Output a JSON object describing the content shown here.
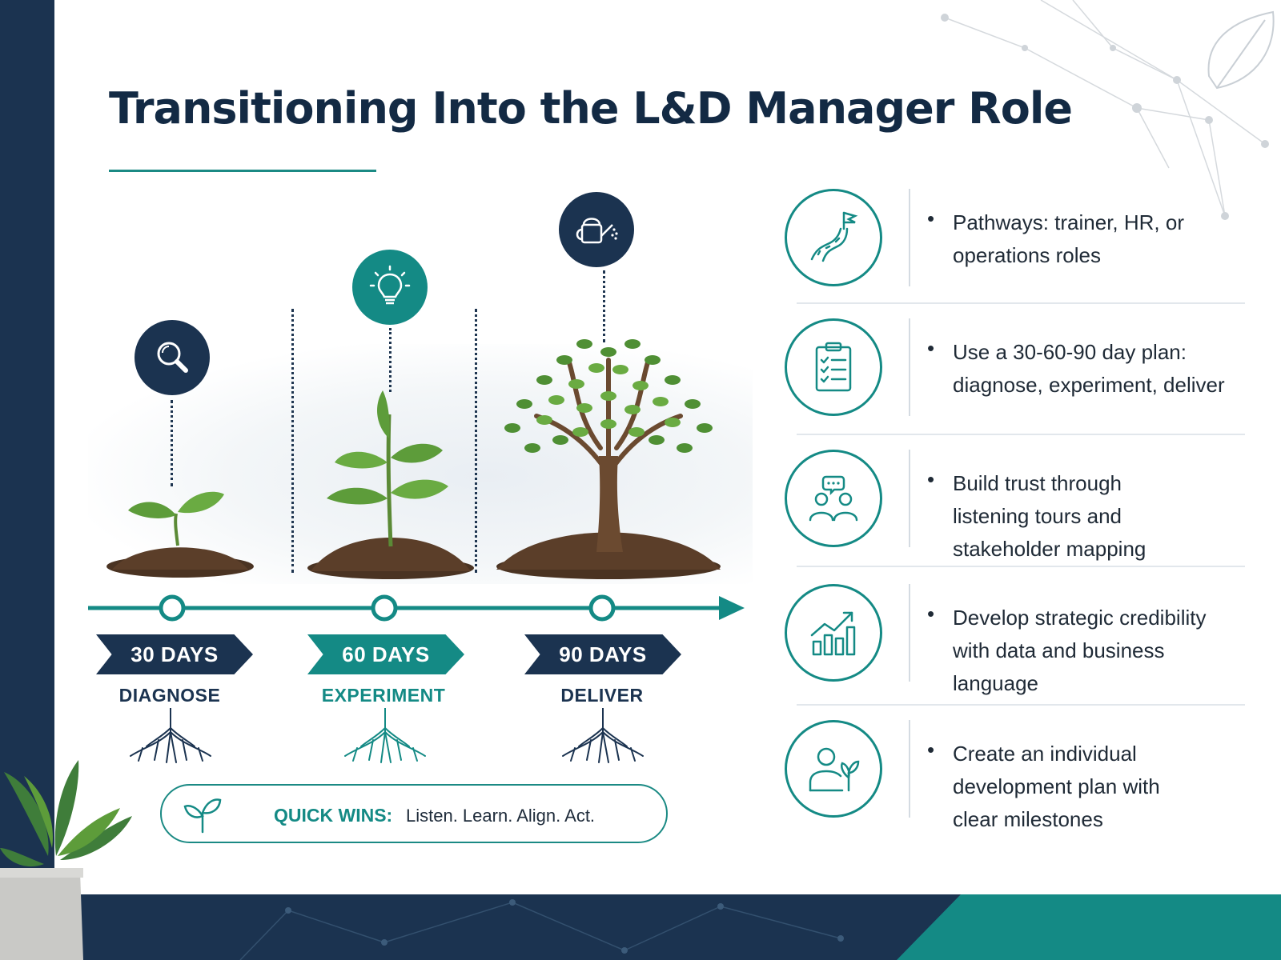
{
  "title": "Transitioning Into the L&D Manager Role",
  "stages": [
    {
      "days": "30 DAYS",
      "label": "DIAGNOSE",
      "icon": "magnifier-icon",
      "color": "#1b3350"
    },
    {
      "days": "60 DAYS",
      "label": "EXPERIMENT",
      "icon": "lightbulb-icon",
      "color": "#148a85"
    },
    {
      "days": "90 DAYS",
      "label": "DELIVER",
      "icon": "watering-can-icon",
      "color": "#1b3350"
    }
  ],
  "quick_wins": {
    "label": "QUICK WINS:",
    "text": "Listen. Learn. Align. Act.",
    "icon": "sprout-icon"
  },
  "points": [
    {
      "icon": "path-flag-icon",
      "bullet": "•",
      "text": "Pathways: trainer, HR, or operations roles"
    },
    {
      "icon": "clipboard-checklist-icon",
      "bullet": "•",
      "text": "Use a 30-60-90 day plan: diagnose, experiment, deliver"
    },
    {
      "icon": "people-conversation-icon",
      "bullet": "•",
      "text": "Build trust through listening tours and stakeholder mapping"
    },
    {
      "icon": "growth-chart-icon",
      "bullet": "•",
      "text": "Develop strategic credibility with data and business language"
    },
    {
      "icon": "person-growth-icon",
      "bullet": "•",
      "text": "Create an individual development plan with clear milestones"
    }
  ],
  "colors": {
    "navy": "#1b3350",
    "teal": "#148a85",
    "text": "#1f2a36"
  }
}
